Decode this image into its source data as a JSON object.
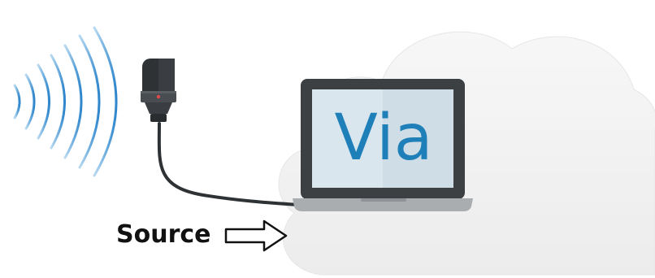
{
  "diagram": {
    "screen_text": "Via",
    "source_label": "Source"
  },
  "icons": {
    "sound_waves": "sound-waves-icon",
    "microphone": "microphone-icon",
    "cable": "cable",
    "laptop": "laptop-icon",
    "cloud": "cloud-shape",
    "arrow": "arrow-right-outline-icon"
  },
  "colors": {
    "wave": "#3a8fd0",
    "brand": "#1f7fb8",
    "screen_bg": "#d9e6ee",
    "laptop_body": "#3d4043",
    "laptop_base": "#a9adb0",
    "cloud": "#f3f3f3",
    "mic": "#2f3235",
    "cable": "#2f3235",
    "text": "#111111"
  }
}
